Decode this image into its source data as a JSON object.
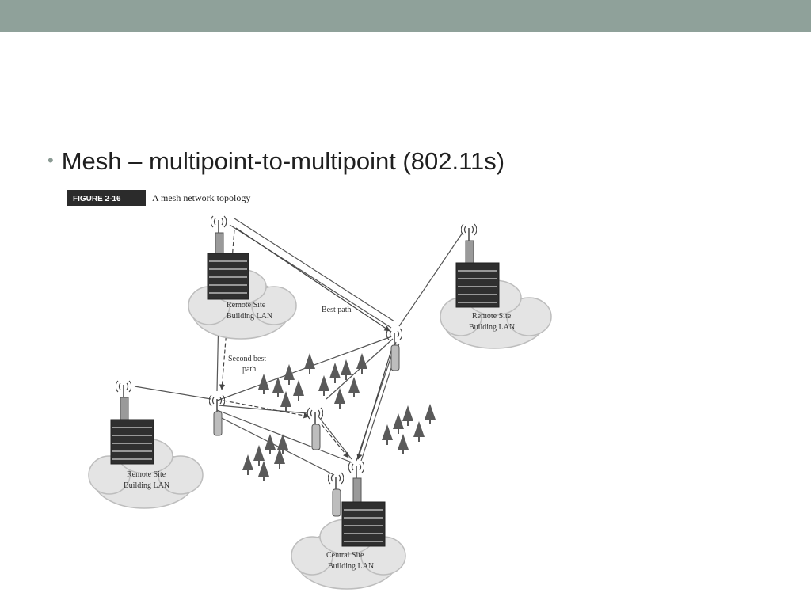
{
  "colors": {
    "top_bar": "#8fa19a",
    "bullet": "#8a9a93",
    "text": "#1f1f1f"
  },
  "slide": {
    "bullet": "•",
    "title": "Mesh – multipoint-to-multipoint (802.11s)"
  },
  "figure": {
    "tag": "FIGURE 2-16",
    "caption": "A mesh network topology",
    "labels": {
      "best_path": "Best path",
      "second_best_1": "Second best",
      "second_best_2": "path"
    },
    "sites": {
      "top_left": [
        "Remote Site",
        "Building LAN"
      ],
      "right": [
        "Remote Site",
        "Building LAN"
      ],
      "left": [
        "Remote Site",
        "Building LAN"
      ],
      "central": [
        "Central Site",
        "Building LAN"
      ]
    }
  }
}
